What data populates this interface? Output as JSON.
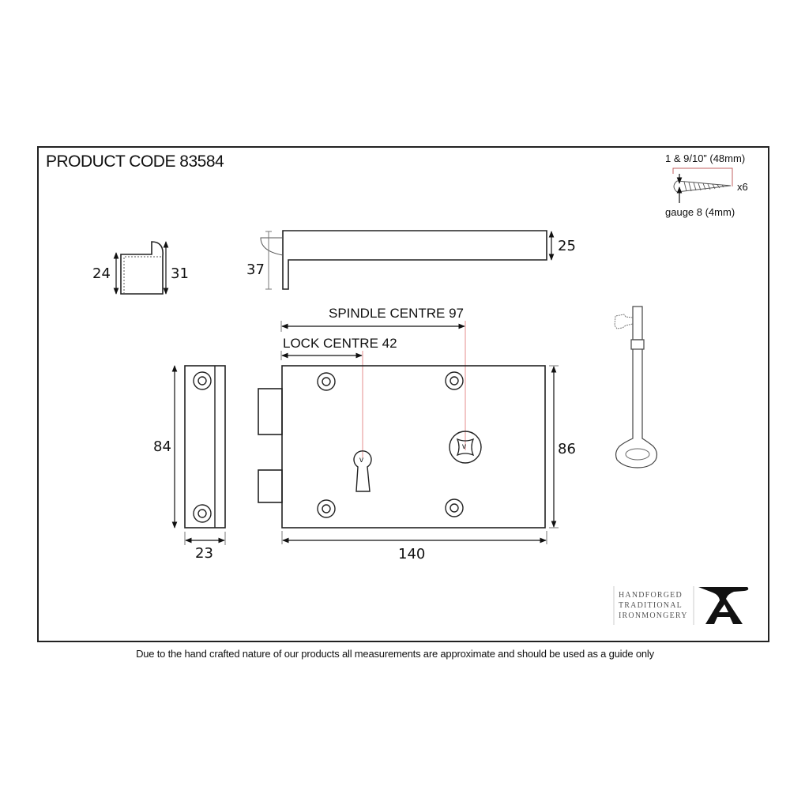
{
  "header": {
    "product_code": "PRODUCT CODE 83584"
  },
  "screw_spec": {
    "length_label": "1 & 9/10” (48mm)",
    "quantity_label": "x6",
    "gauge_label": "gauge 8 (4mm)"
  },
  "keep": {
    "inner_height": "24",
    "outer_height": "31"
  },
  "staple": {
    "depth": "37",
    "height": "25"
  },
  "lock_body": {
    "spindle_centre_label": "SPINDLE CENTRE 97",
    "lock_centre_label": "LOCK CENTRE 42",
    "height": "86",
    "width": "140",
    "keyhole_marker": "v",
    "spindle_marker": "v"
  },
  "striker_plate": {
    "height": "84",
    "width": "23"
  },
  "logo": {
    "line1": "HANDFORGED",
    "line2": "TRADITIONAL",
    "line3": "IRONMONGERY",
    "mark": "A"
  },
  "footer": {
    "disclaimer": "Due to the hand crafted nature of our products all measurements are approximate and should be used as a guide only"
  },
  "colors": {
    "line": "#222222",
    "centre_line": "#e8a0a0",
    "logo_text": "#555555"
  }
}
